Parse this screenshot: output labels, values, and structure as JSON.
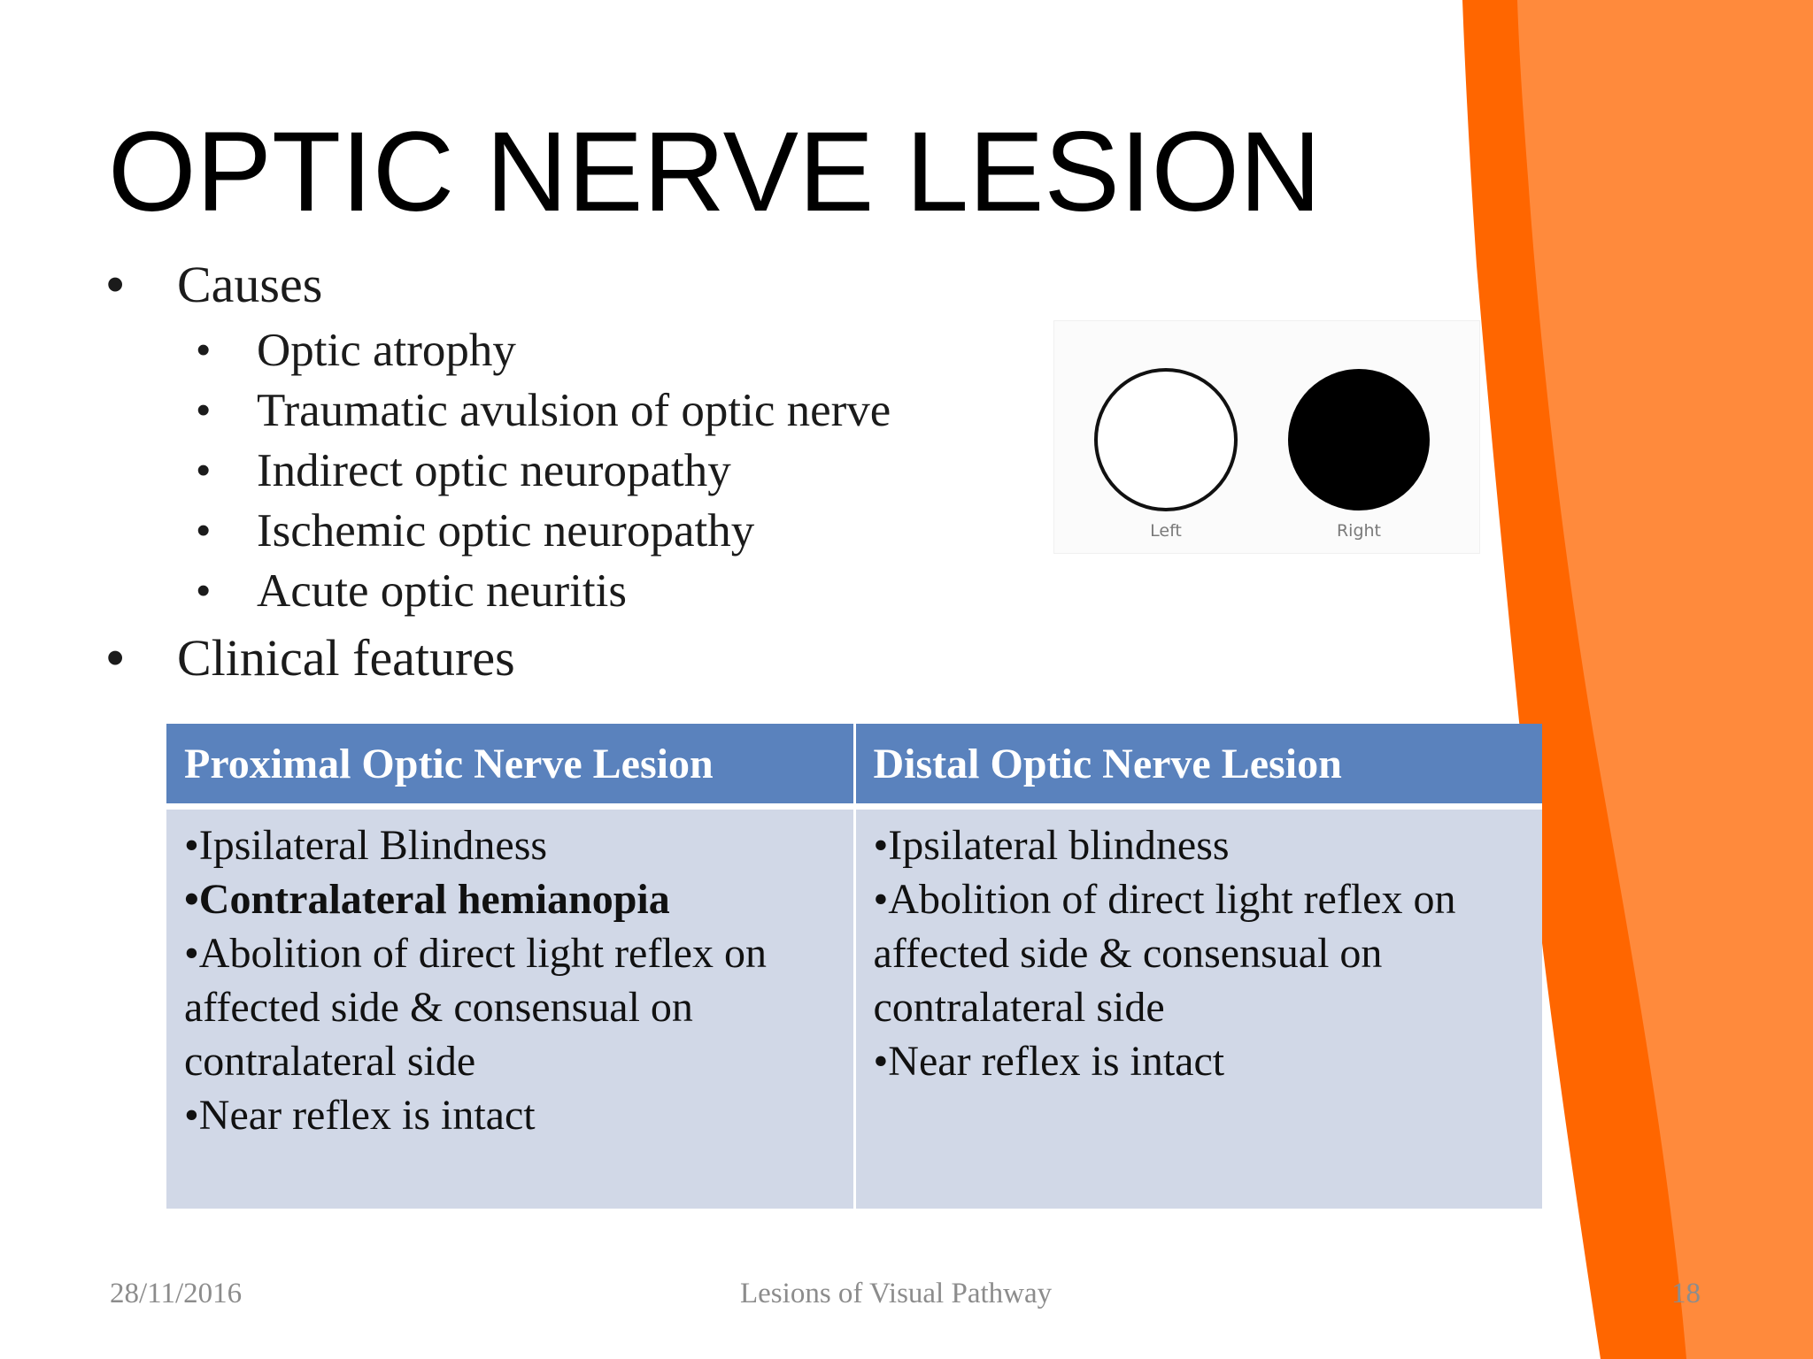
{
  "slide": {
    "title": "OPTIC NERVE LESION",
    "bullets": [
      {
        "text": "Causes",
        "children": [
          "Optic atrophy",
          "Traumatic avulsion of optic nerve",
          "Indirect optic neuropathy",
          "Ischemic optic neuropathy",
          "Acute optic neuritis"
        ]
      },
      {
        "text": "Clinical features",
        "children": []
      }
    ],
    "bullet_glyph": "•",
    "figure": {
      "left_label": "Left",
      "right_label": "Right"
    },
    "table": {
      "headers": [
        "Proximal Optic Nerve Lesion",
        "Distal Optic Nerve Lesion"
      ],
      "columns": [
        [
          {
            "text": "•Ipsilateral Blindness",
            "bold": false
          },
          {
            "text": "•Contralateral hemianopia",
            "bold": true
          },
          {
            "text": "•Abolition of direct light reflex on affected side & consensual on contralateral side",
            "bold": false
          },
          {
            "text": "•Near reflex is intact",
            "bold": false
          }
        ],
        [
          {
            "text": "•Ipsilateral blindness",
            "bold": false
          },
          {
            "text": "•Abolition of direct light reflex on affected side & consensual on contralateral side",
            "bold": false
          },
          {
            "text": "•Near reflex is intact",
            "bold": false
          }
        ]
      ]
    },
    "footer": {
      "date": "28/11/2016",
      "center": "Lesions of Visual Pathway",
      "page": "18"
    },
    "colors": {
      "accent_dark_orange": "#ff6600",
      "accent_light_orange": "#ff8a3c",
      "table_header": "#5a82bd",
      "table_body": "#d1d8e7"
    }
  }
}
